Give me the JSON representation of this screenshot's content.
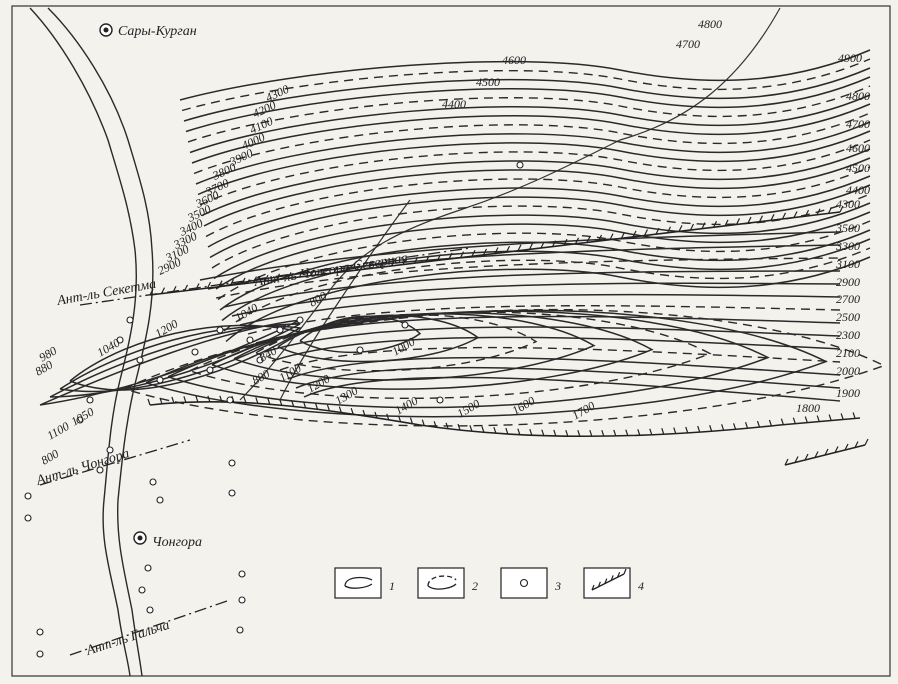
{
  "settlements": {
    "sary_kurgan": "Сары-Курган",
    "chongora": "Чонгора"
  },
  "anticlines": {
    "seketma": "Ант-ль Секетма",
    "chongora_north": "Ант-ль Чонгора Северная",
    "chongora": "Ант-ль Чонгора",
    "galcha": "Ант-ль Гальча"
  },
  "contour_labels": {
    "north_right": [
      "4900",
      "4800",
      "4700",
      "4600",
      "4500",
      "4400",
      "4300"
    ],
    "north_top": [
      "4800",
      "4700",
      "4600",
      "4500",
      "4400"
    ],
    "north_left": [
      "4300",
      "4200",
      "4100",
      "4000",
      "3900",
      "3800",
      "3700",
      "3600",
      "3500",
      "3400",
      "3300",
      "3100",
      "2900"
    ],
    "middle_right": [
      "3500",
      "3300",
      "3100",
      "2900",
      "2700",
      "2500",
      "2300",
      "2100",
      "2000",
      "1900",
      "1800"
    ],
    "south_bottom": [
      "1700",
      "1600",
      "1500",
      "1400",
      "1300",
      "1200",
      "1100"
    ],
    "south_inner": [
      "1000",
      "800",
      "840",
      "800",
      "1040",
      "1200",
      "1040",
      "980",
      "880",
      "1050",
      "1100",
      "800"
    ]
  },
  "legend": {
    "items": [
      {
        "label": "1",
        "icon": "solid-contour-icon"
      },
      {
        "label": "2",
        "icon": "dashed-contour-icon"
      },
      {
        "label": "3",
        "icon": "well-icon"
      },
      {
        "label": "4",
        "icon": "fault-icon"
      }
    ]
  },
  "colors": {
    "ink": "#222222",
    "paper": "#f4f2ed"
  }
}
